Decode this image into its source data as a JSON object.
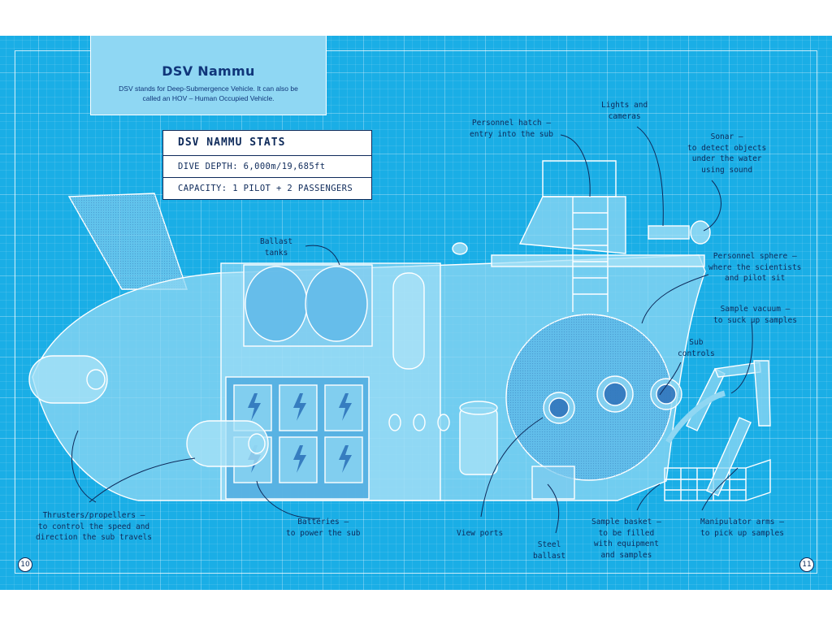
{
  "header": {
    "title": "DSV Nammu",
    "subtitle": "DSV stands for Deep-Submergence Vehicle. It can also be called an HOV – Human Occupied Vehicle."
  },
  "stats": {
    "heading": "DSV NAMMU STATS",
    "dive_depth": "DIVE DEPTH: 6,000m/19,685ft",
    "capacity": "CAPACITY: 1 PILOT + 2 PASSENGERS"
  },
  "labels": {
    "ballast_tanks": [
      "Ballast",
      "tanks"
    ],
    "personnel_hatch": [
      "Personnel hatch –",
      "entry into the sub"
    ],
    "lights_cameras": [
      "Lights and",
      "cameras"
    ],
    "sonar": [
      "Sonar –",
      "to detect objects",
      "under the water",
      "using sound"
    ],
    "personnel_sphere": [
      "Personnel sphere –",
      "where the scientists",
      "and pilot sit"
    ],
    "sample_vacuum": [
      "Sample vacuum –",
      "to suck up samples"
    ],
    "sub_controls": [
      "Sub",
      "controls"
    ],
    "thrusters": [
      "Thrusters/propellers –",
      "to control the speed and",
      "direction the sub travels"
    ],
    "batteries": [
      "Batteries –",
      "to power the sub"
    ],
    "view_ports": [
      "View ports"
    ],
    "steel_ballast": [
      "Steel",
      "ballast"
    ],
    "sample_basket": [
      "Sample basket –",
      "to be filled",
      "with equipment",
      "and samples"
    ],
    "manipulator_arms": [
      "Manipulator arms –",
      "to pick up samples"
    ]
  },
  "pages": {
    "left": "10",
    "right": "11"
  },
  "colors": {
    "background": "#1aaee6",
    "hull": "#8fd7f3",
    "ink": "#0e2a5a",
    "title_ink": "#10367a"
  }
}
